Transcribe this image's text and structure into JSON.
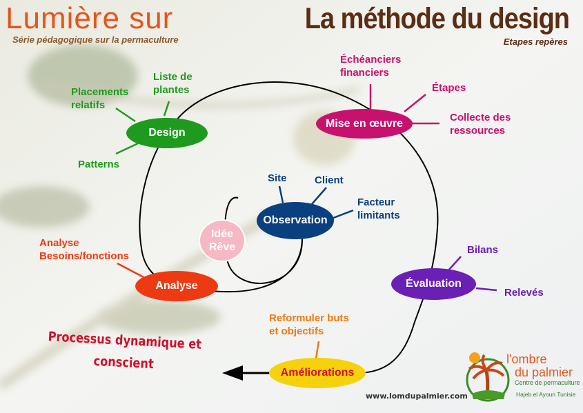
{
  "header": {
    "series_title": "Lumière sur",
    "series_subtitle": "Série pédagogique sur la permaculture",
    "main_title": "La méthode du design",
    "main_subtitle": "Etapes repères"
  },
  "nodes": {
    "design": {
      "label": "Design",
      "color": "#1e9a1e"
    },
    "mise_en_oeuvre": {
      "label": "Mise en œuvre",
      "color": "#c8106e"
    },
    "observation": {
      "label": "Observation",
      "color": "#0a3f80"
    },
    "idee_reve": {
      "label": "Idée\nRêve",
      "color": "#f6b8c3"
    },
    "analyse": {
      "label": "Analyse",
      "color": "#ee3a12"
    },
    "evaluation": {
      "label": "Évaluation",
      "color": "#6a1fb5"
    },
    "ameliorations": {
      "label": "Améliorations",
      "color": "#f5d20b"
    }
  },
  "labels": {
    "placements": {
      "text": "Placements\nrelatifs",
      "color": "#1e9a1e"
    },
    "liste": {
      "text": "Liste de\nplantes",
      "color": "#1e9a1e"
    },
    "patterns": {
      "text": "Patterns",
      "color": "#1e9a1e"
    },
    "echeanciers": {
      "text": "Échéanciers\nfinanciers",
      "color": "#c8106e"
    },
    "etapes": {
      "text": "Étapes",
      "color": "#c8106e"
    },
    "collecte": {
      "text": "Collecte des\nressources",
      "color": "#c8106e"
    },
    "site": {
      "text": "Site",
      "color": "#0a3f80"
    },
    "client": {
      "text": "Client",
      "color": "#0a3f80"
    },
    "facteur": {
      "text": "Facteur\nlimitants",
      "color": "#0a3f80"
    },
    "analyse_besoins": {
      "text": "Analyse\nBesoins/fonctions",
      "color": "#ee3a12"
    },
    "bilans": {
      "text": "Bilans",
      "color": "#6a1fb5"
    },
    "releves": {
      "text": "Relevés",
      "color": "#6a1fb5"
    },
    "reformuler": {
      "text": "Reformuler buts\net objectifs",
      "color": "#f07a10"
    }
  },
  "process_text": "Processus dynamique et\nconscient",
  "logo": {
    "line1": "l'ombre",
    "line2": "du palmier",
    "line3": "Centre de permaculture",
    "line4": "Hajeb el Ayoun  Tunisie"
  },
  "website": "www.lomdupalmier.com",
  "colors": {
    "spiral": "#000000",
    "arrow": "#000000"
  }
}
